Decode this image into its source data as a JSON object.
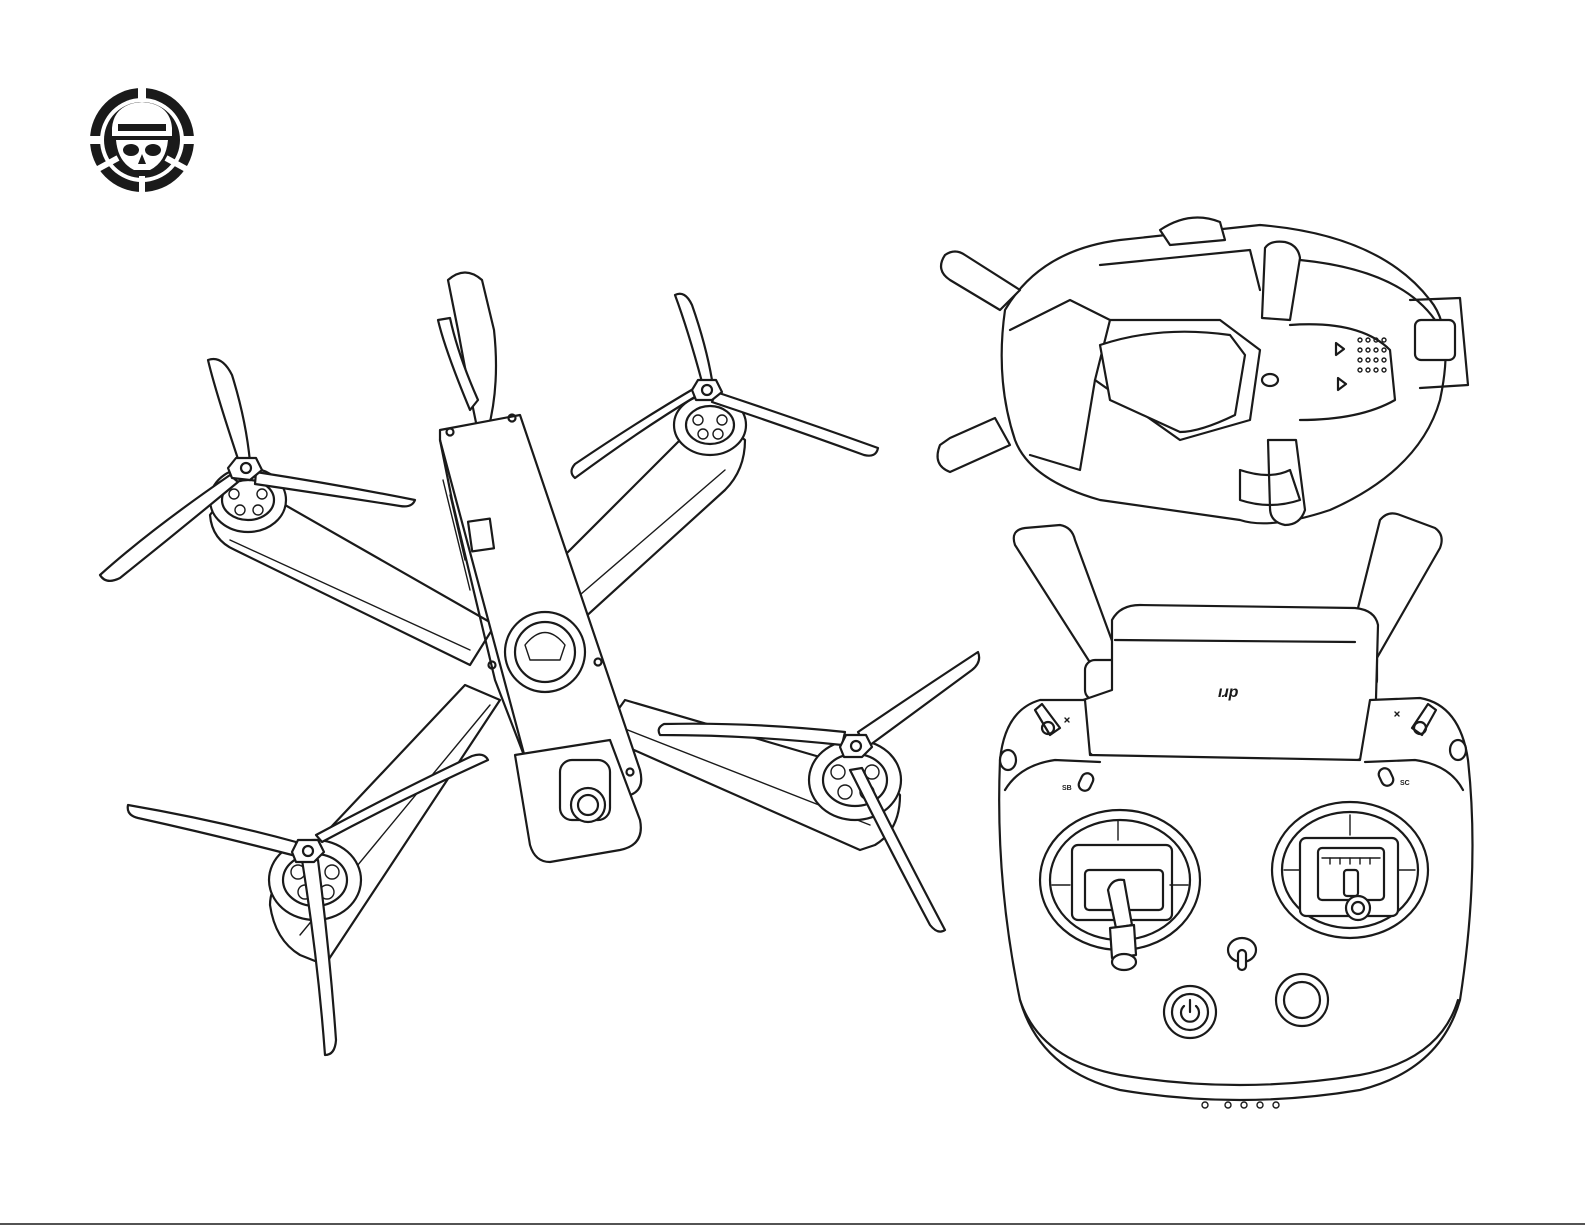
{
  "logo": {
    "icon": "skull-helmet-emblem-icon"
  },
  "drone": {
    "icon": "fpv-drone-icon"
  },
  "goggles": {
    "icon": "fpv-goggles-icon"
  },
  "controller": {
    "icon": "remote-controller-icon",
    "brand_mark": "ıɹp",
    "switch_left_label": "SB",
    "switch_right_label": "SC"
  },
  "colors": {
    "ink": "#1a1a1a",
    "paper": "#ffffff"
  }
}
